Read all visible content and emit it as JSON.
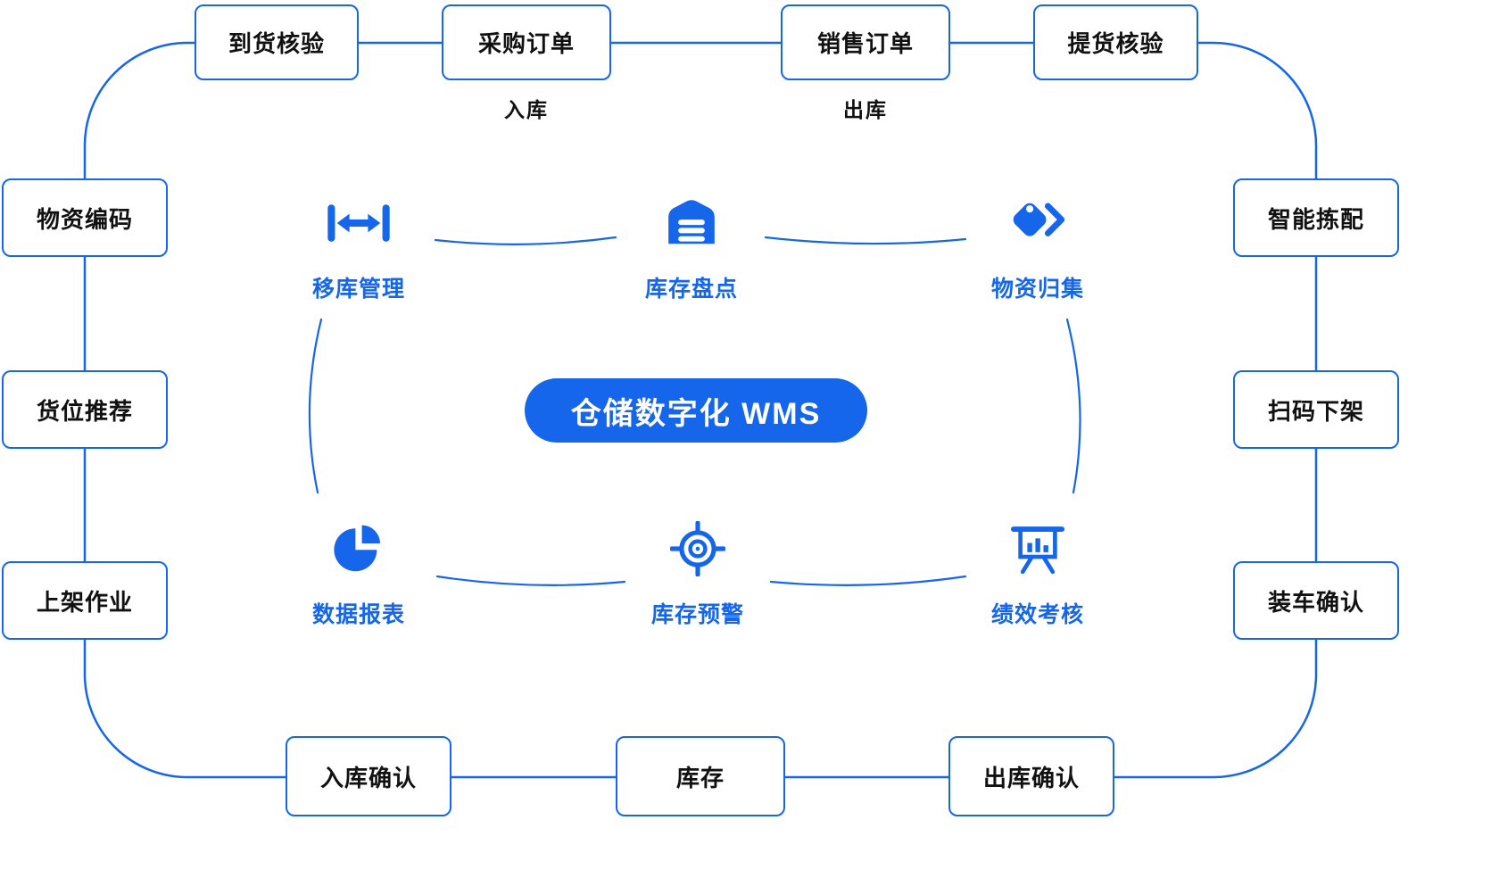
{
  "colors": {
    "primary": "#1666EB",
    "text": "#111111",
    "background": "#FFFFFF"
  },
  "center": {
    "label": "仓储数字化 WMS"
  },
  "outer": {
    "top": [
      {
        "label": "到货核验"
      },
      {
        "label": "采购订单",
        "sublabel": "入库"
      },
      {
        "label": "销售订单",
        "sublabel": "出库"
      },
      {
        "label": "提货核验"
      }
    ],
    "left": [
      {
        "label": "物资编码"
      },
      {
        "label": "货位推荐"
      },
      {
        "label": "上架作业"
      }
    ],
    "right": [
      {
        "label": "智能拣配"
      },
      {
        "label": "扫码下架"
      },
      {
        "label": "装车确认"
      }
    ],
    "bottom": [
      {
        "label": "入库确认"
      },
      {
        "label": "库存"
      },
      {
        "label": "出库确认"
      }
    ]
  },
  "inner": [
    {
      "label": "移库管理",
      "icon": "move-transfer-icon"
    },
    {
      "label": "库存盘点",
      "icon": "warehouse-icon"
    },
    {
      "label": "物资归集",
      "icon": "tags-icon"
    },
    {
      "label": "数据报表",
      "icon": "pie-chart-icon"
    },
    {
      "label": "库存预警",
      "icon": "target-icon"
    },
    {
      "label": "绩效考核",
      "icon": "presentation-chart-icon"
    }
  ]
}
